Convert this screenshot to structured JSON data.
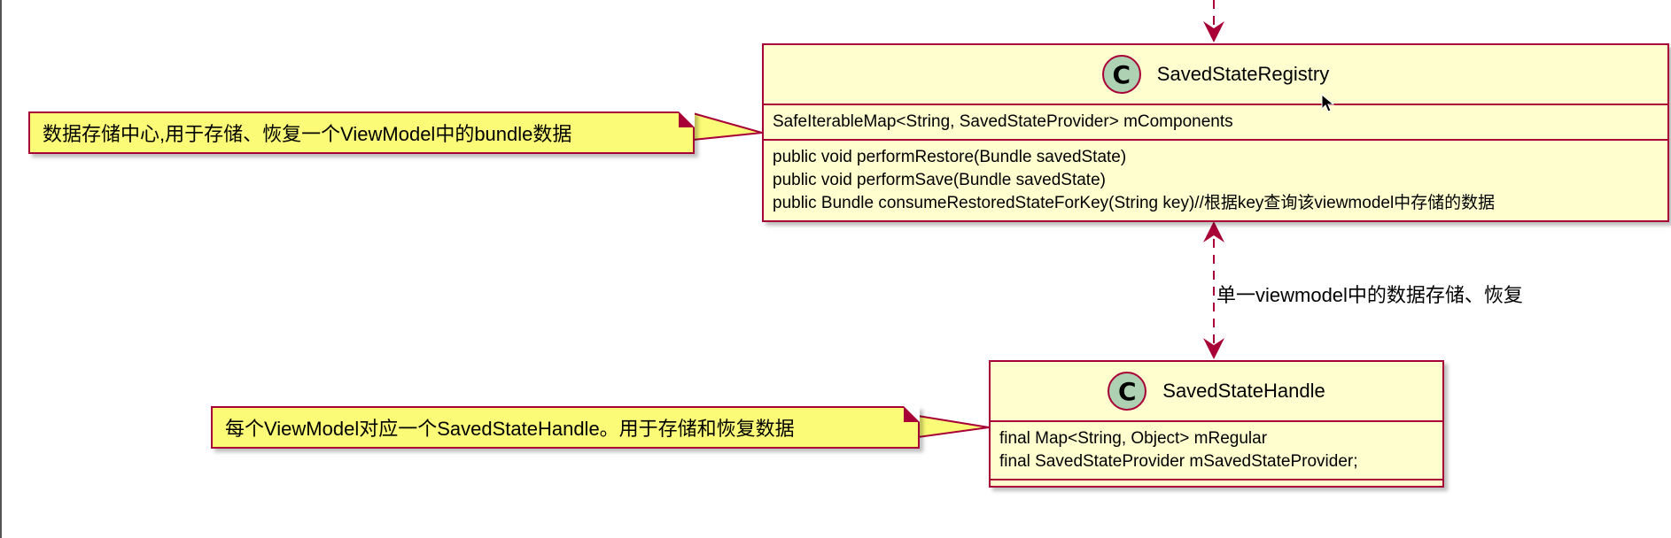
{
  "registry": {
    "name": "SavedStateRegistry",
    "icon_letter": "C",
    "fields": [
      "SafeIterableMap<String, SavedStateProvider> mComponents"
    ],
    "methods": [
      "public void performRestore(Bundle savedState)",
      "public void performSave(Bundle savedState)",
      "public Bundle consumeRestoredStateForKey(String key)//根据key查询该viewmodel中存储的数据"
    ]
  },
  "handle": {
    "name": "SavedStateHandle",
    "icon_letter": "C",
    "fields": [
      "final Map<String, Object> mRegular",
      "final SavedStateProvider mSavedStateProvider;"
    ]
  },
  "notes": {
    "registry_note": "数据存储中心,用于存储、恢复一个ViewModel中的bundle数据",
    "handle_note": "每个ViewModel对应一个SavedStateHandle。用于存储和恢复数据"
  },
  "edge_label": "单一viewmodel中的数据存储、恢复",
  "colors": {
    "class_fill": "#fefece",
    "border": "#a80036",
    "note_fill": "#fbfb77",
    "icon_fill": "#add1b2"
  }
}
